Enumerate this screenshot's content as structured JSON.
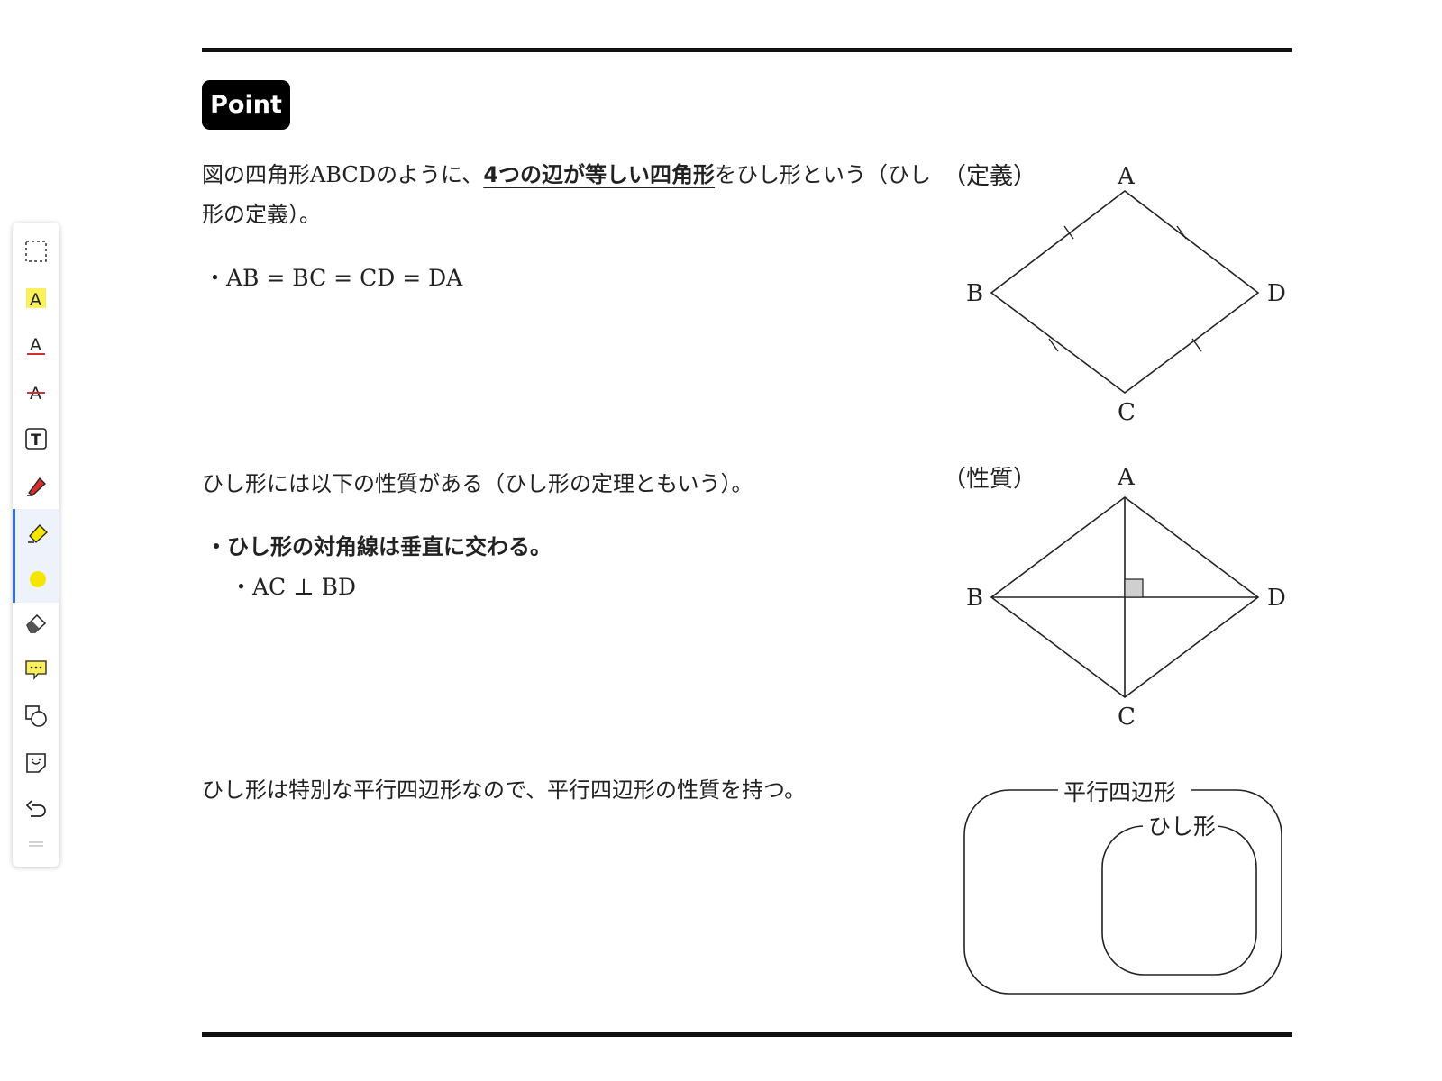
{
  "badge": {
    "label": "Point"
  },
  "definition": {
    "part1": "図の四角形ABCDのように、",
    "emphasis": "4つの辺が等しい四角形",
    "part2": "をひし形という（ひし形の定義）。",
    "bullet": "・AB = BC = CD = DA"
  },
  "property": {
    "text": "ひし形には以下の性質がある（ひし形の定理ともいう）。",
    "bullet": "・ひし形の対角線は垂直に交わる。",
    "sub_bullet": "・AC ⊥ BD"
  },
  "parallelogram": {
    "text": "ひし形は特別な平行四辺形なので、平行四辺形の性質を持つ。"
  },
  "figure_definition": {
    "caption": "（定義）",
    "labels": {
      "a": "A",
      "b": "B",
      "c": "C",
      "d": "D"
    }
  },
  "figure_property": {
    "caption": "（性質）",
    "labels": {
      "a": "A",
      "b": "B",
      "c": "C",
      "d": "D"
    }
  },
  "figure_venn": {
    "outer_label": "平行四辺形",
    "inner_label": "ひし形"
  },
  "toolbar": {
    "tools": [
      "select-rect-icon",
      "highlight-text-icon",
      "underline-text-icon",
      "strikethrough-text-icon",
      "text-box-icon",
      "pen-icon",
      "highlighter-icon",
      "color-dot-icon",
      "eraser-icon",
      "comment-icon",
      "shapes-icon",
      "sticker-icon",
      "undo-icon"
    ],
    "active_tool": "highlighter-icon",
    "highlight_color": "#f5e600",
    "pen_color": "#d32f2f"
  }
}
